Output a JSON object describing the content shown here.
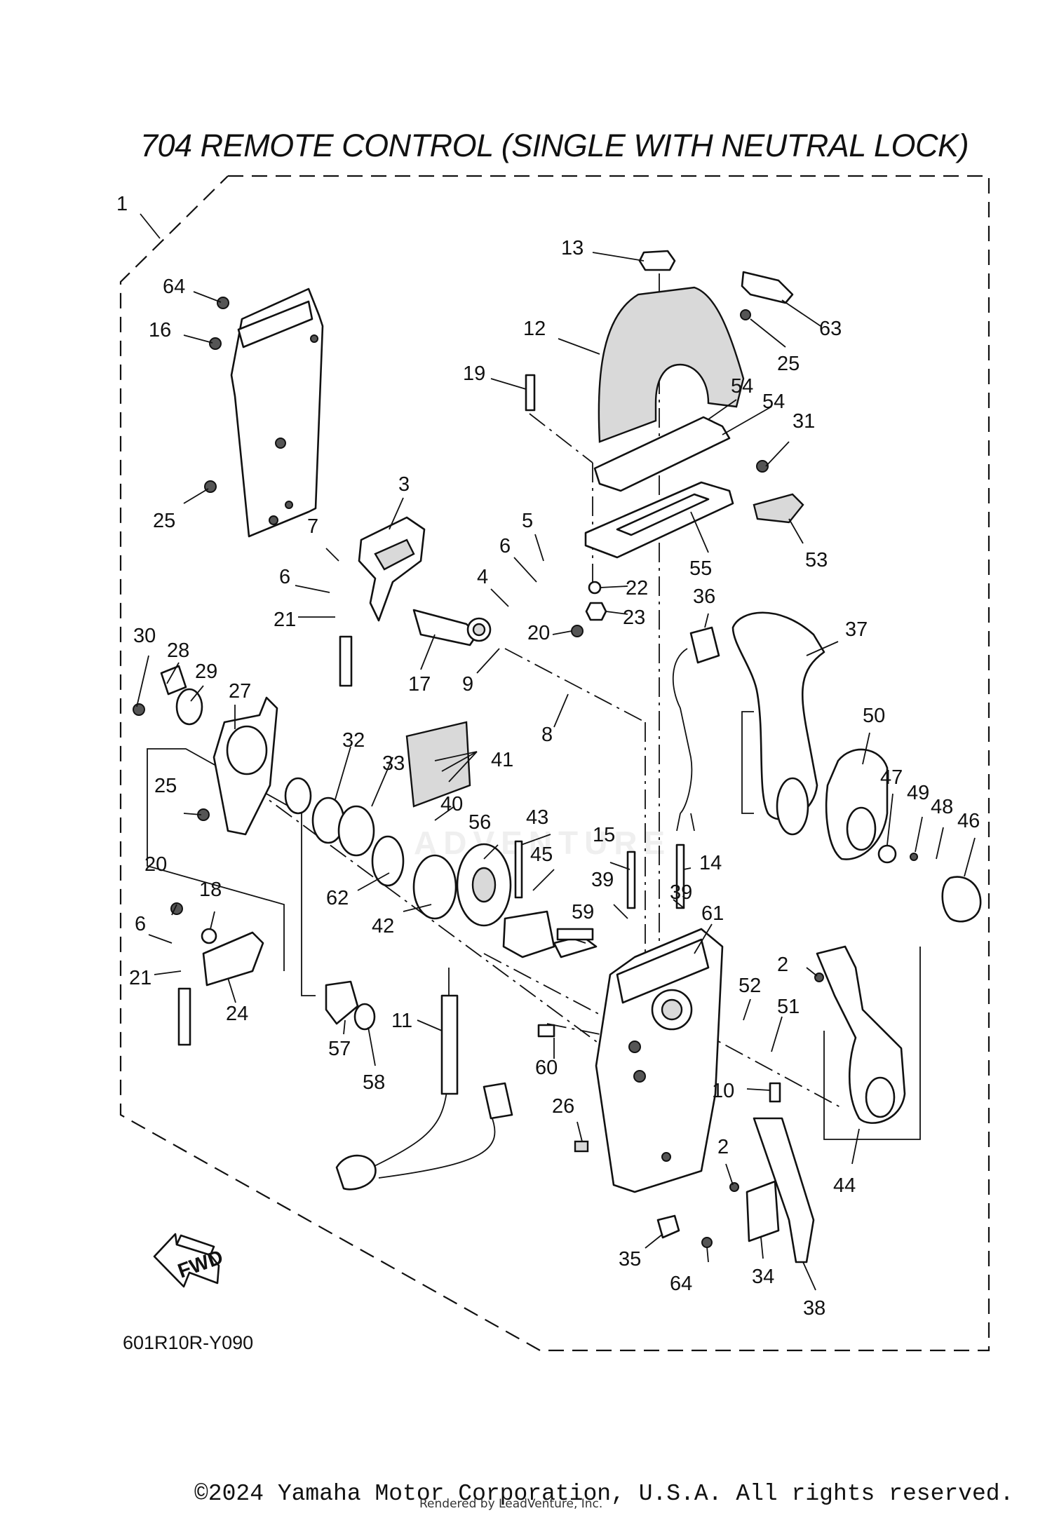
{
  "diagram": {
    "title": "704 REMOTE CONTROL (SINGLE WITH NEUTRAL LOCK)",
    "drawing_code": "601R10R-Y090",
    "fwd_label": "FWD",
    "watermark": "ADVENTURE",
    "callouts": [
      "1",
      "64",
      "16",
      "25",
      "3",
      "7",
      "6",
      "21",
      "17",
      "5",
      "6",
      "4",
      "9",
      "20",
      "8",
      "30",
      "28",
      "29",
      "27",
      "32",
      "33",
      "41",
      "25",
      "40",
      "62",
      "42",
      "56",
      "43",
      "45",
      "15",
      "39",
      "14",
      "39",
      "13",
      "12",
      "19",
      "25",
      "63",
      "54",
      "54",
      "31",
      "53",
      "55",
      "22",
      "23",
      "36",
      "37",
      "50",
      "47",
      "49",
      "48",
      "46",
      "20",
      "18",
      "6",
      "21",
      "24",
      "57",
      "58",
      "11",
      "60",
      "59",
      "61",
      "52",
      "51",
      "10",
      "2",
      "44",
      "26",
      "2",
      "34",
      "35",
      "64",
      "38"
    ]
  },
  "footer": {
    "copyright": "©2024 Yamaha Motor Corporation, U.S.A. All rights reserved.",
    "rendered_by": "Rendered by LeadVenture, Inc."
  }
}
